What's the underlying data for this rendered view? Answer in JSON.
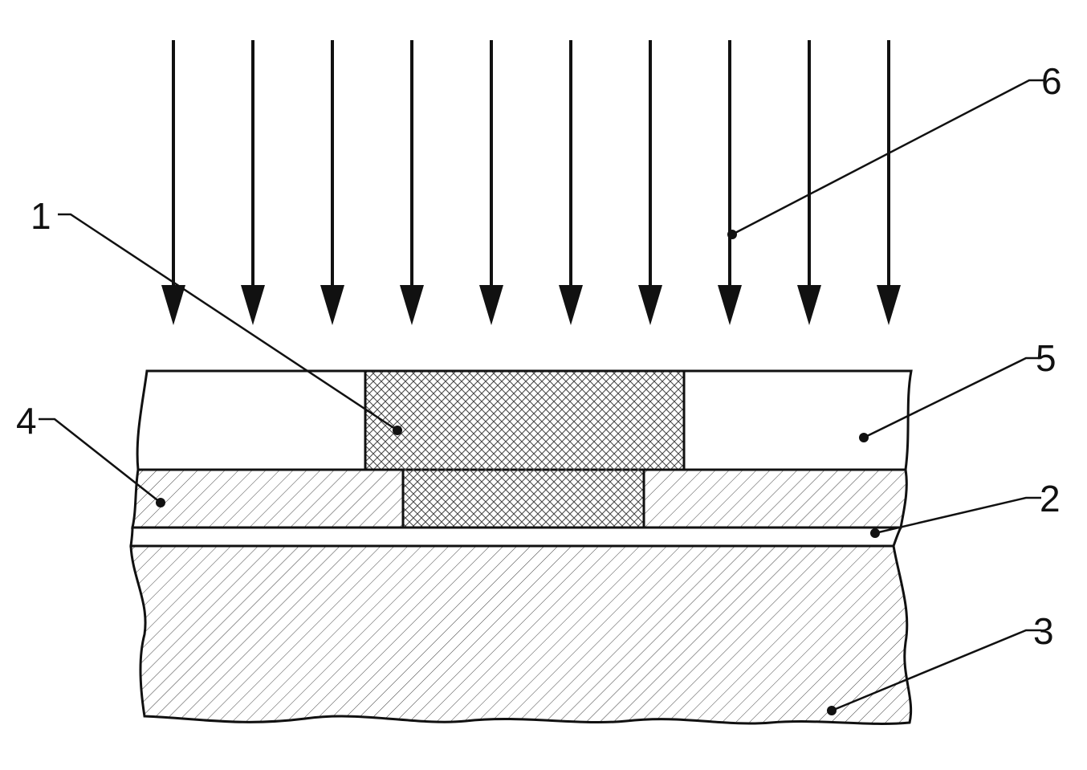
{
  "figure": {
    "labels": {
      "l1": "1",
      "l2": "2",
      "l3": "3",
      "l4": "4",
      "l5": "5",
      "l6": "6"
    },
    "arrow_count": 10,
    "colors": {
      "line": "#111111",
      "background": "#ffffff"
    }
  }
}
